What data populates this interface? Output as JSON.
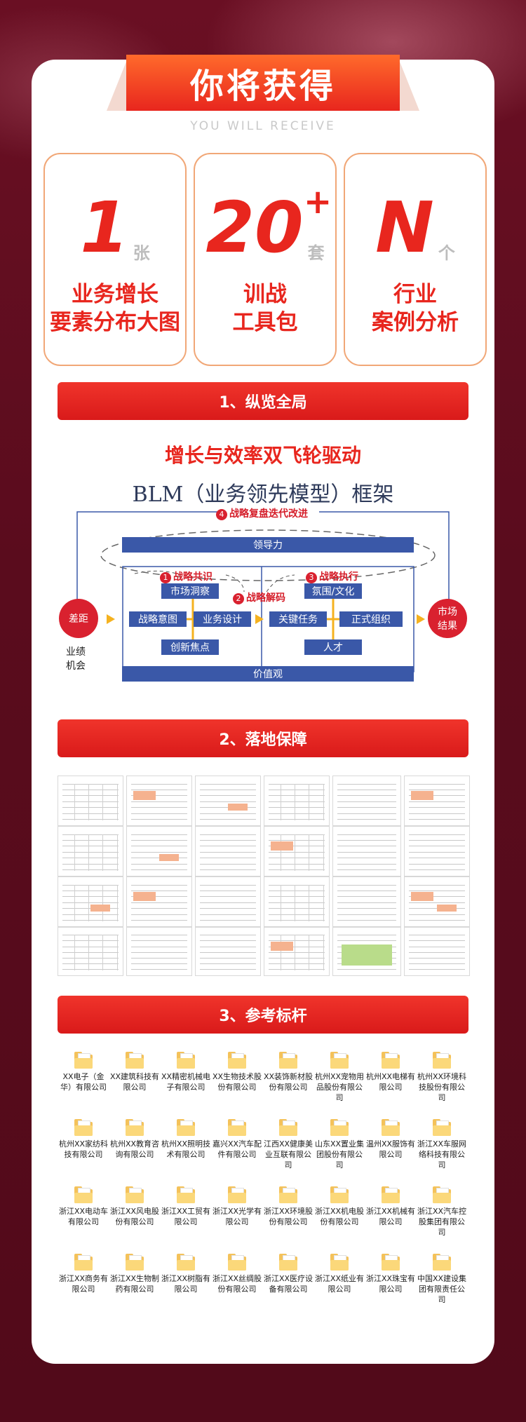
{
  "header": {
    "title": "你将获得",
    "subtitle": "YOU WILL RECEIVE"
  },
  "stats": [
    {
      "number": "1",
      "unit": "张",
      "label": "业务增长\n要素分布大图"
    },
    {
      "number": "20",
      "plus": "+",
      "unit": "套",
      "label": "训战\n工具包"
    },
    {
      "number": "N",
      "unit": "个",
      "label": "行业\n案例分析"
    }
  ],
  "section1": {
    "banner": "1、纵览全局",
    "title": "增长与效率双飞轮驱动",
    "diagram_title": "BLM（业务领先模型）框架",
    "diagram": {
      "top_label": "战略复盘迭代改进",
      "top_num": "4",
      "leadership": "领导力",
      "values": "价值观",
      "gap": "差距",
      "market_result": "市场\n结果",
      "gap_sub": "业绩\n机会",
      "step1": "战略共识",
      "step1_num": "1",
      "step2": "战略解码",
      "step2_num": "2",
      "step3": "战略执行",
      "step3_num": "3",
      "left_boxes": [
        "市场洞察",
        "战略意图",
        "业务设计",
        "创新焦点"
      ],
      "right_boxes": [
        "氛围/文化",
        "关键任务",
        "正式组织",
        "人才"
      ]
    }
  },
  "section2": {
    "banner": "2、落地保障"
  },
  "section3": {
    "banner": "3、参考标杆",
    "companies": [
      "XX电子（金华）有限公司",
      "XX建筑科技有限公司",
      "XX精密机械电子有限公司",
      "XX生物技术股份有限公司",
      "XX装饰新材股份有限公司",
      "杭州XX宠物用品股份有限公司",
      "杭州XX电梯有限公司",
      "杭州XX环境科技股份有限公司",
      "杭州XX家纺科技有限公司",
      "杭州XX教育咨询有限公司",
      "杭州XX照明技术有限公司",
      "嘉兴XX汽车配件有限公司",
      "江西XX健康美业互联有限公司",
      "山东XX置业集团股份有限公司",
      "温州XX服饰有限公司",
      "浙江XX车服网络科技有限公司",
      "浙江XX电动车有限公司",
      "浙江XX风电股份有限公司",
      "浙江XX工贸有限公司",
      "浙江XX光学有限公司",
      "浙江XX环境股份有限公司",
      "浙江XX机电股份有限公司",
      "浙江XX机械有限公司",
      "浙江XX汽车控股集团有限公司",
      "浙江XX商务有限公司",
      "浙江XX生物制药有限公司",
      "浙江XX树脂有限公司",
      "浙江XX丝绸股份有限公司",
      "浙江XX医疗设备有限公司",
      "浙江XX纸业有限公司",
      "浙江XX珠宝有限公司",
      "中国XX建设集团有限责任公司"
    ]
  },
  "colors": {
    "accent": "#e8261e",
    "background": "#5a0c1d",
    "diagram_blue": "#3a58a8"
  }
}
